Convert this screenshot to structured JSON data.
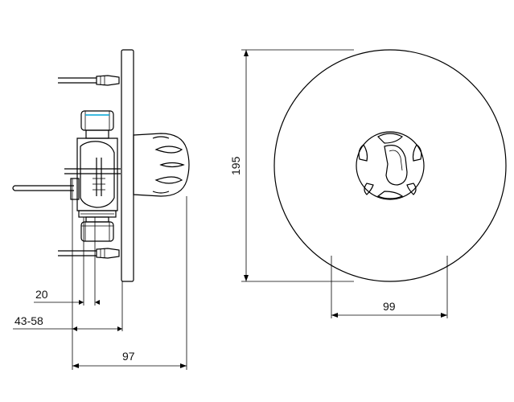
{
  "dimensions": {
    "d20": "20",
    "d43_58": "43-58",
    "d97": "97",
    "d195": "195",
    "d99": "99"
  },
  "colors": {
    "line": "#000000",
    "accent": "#00a6d6",
    "background": "#ffffff"
  }
}
